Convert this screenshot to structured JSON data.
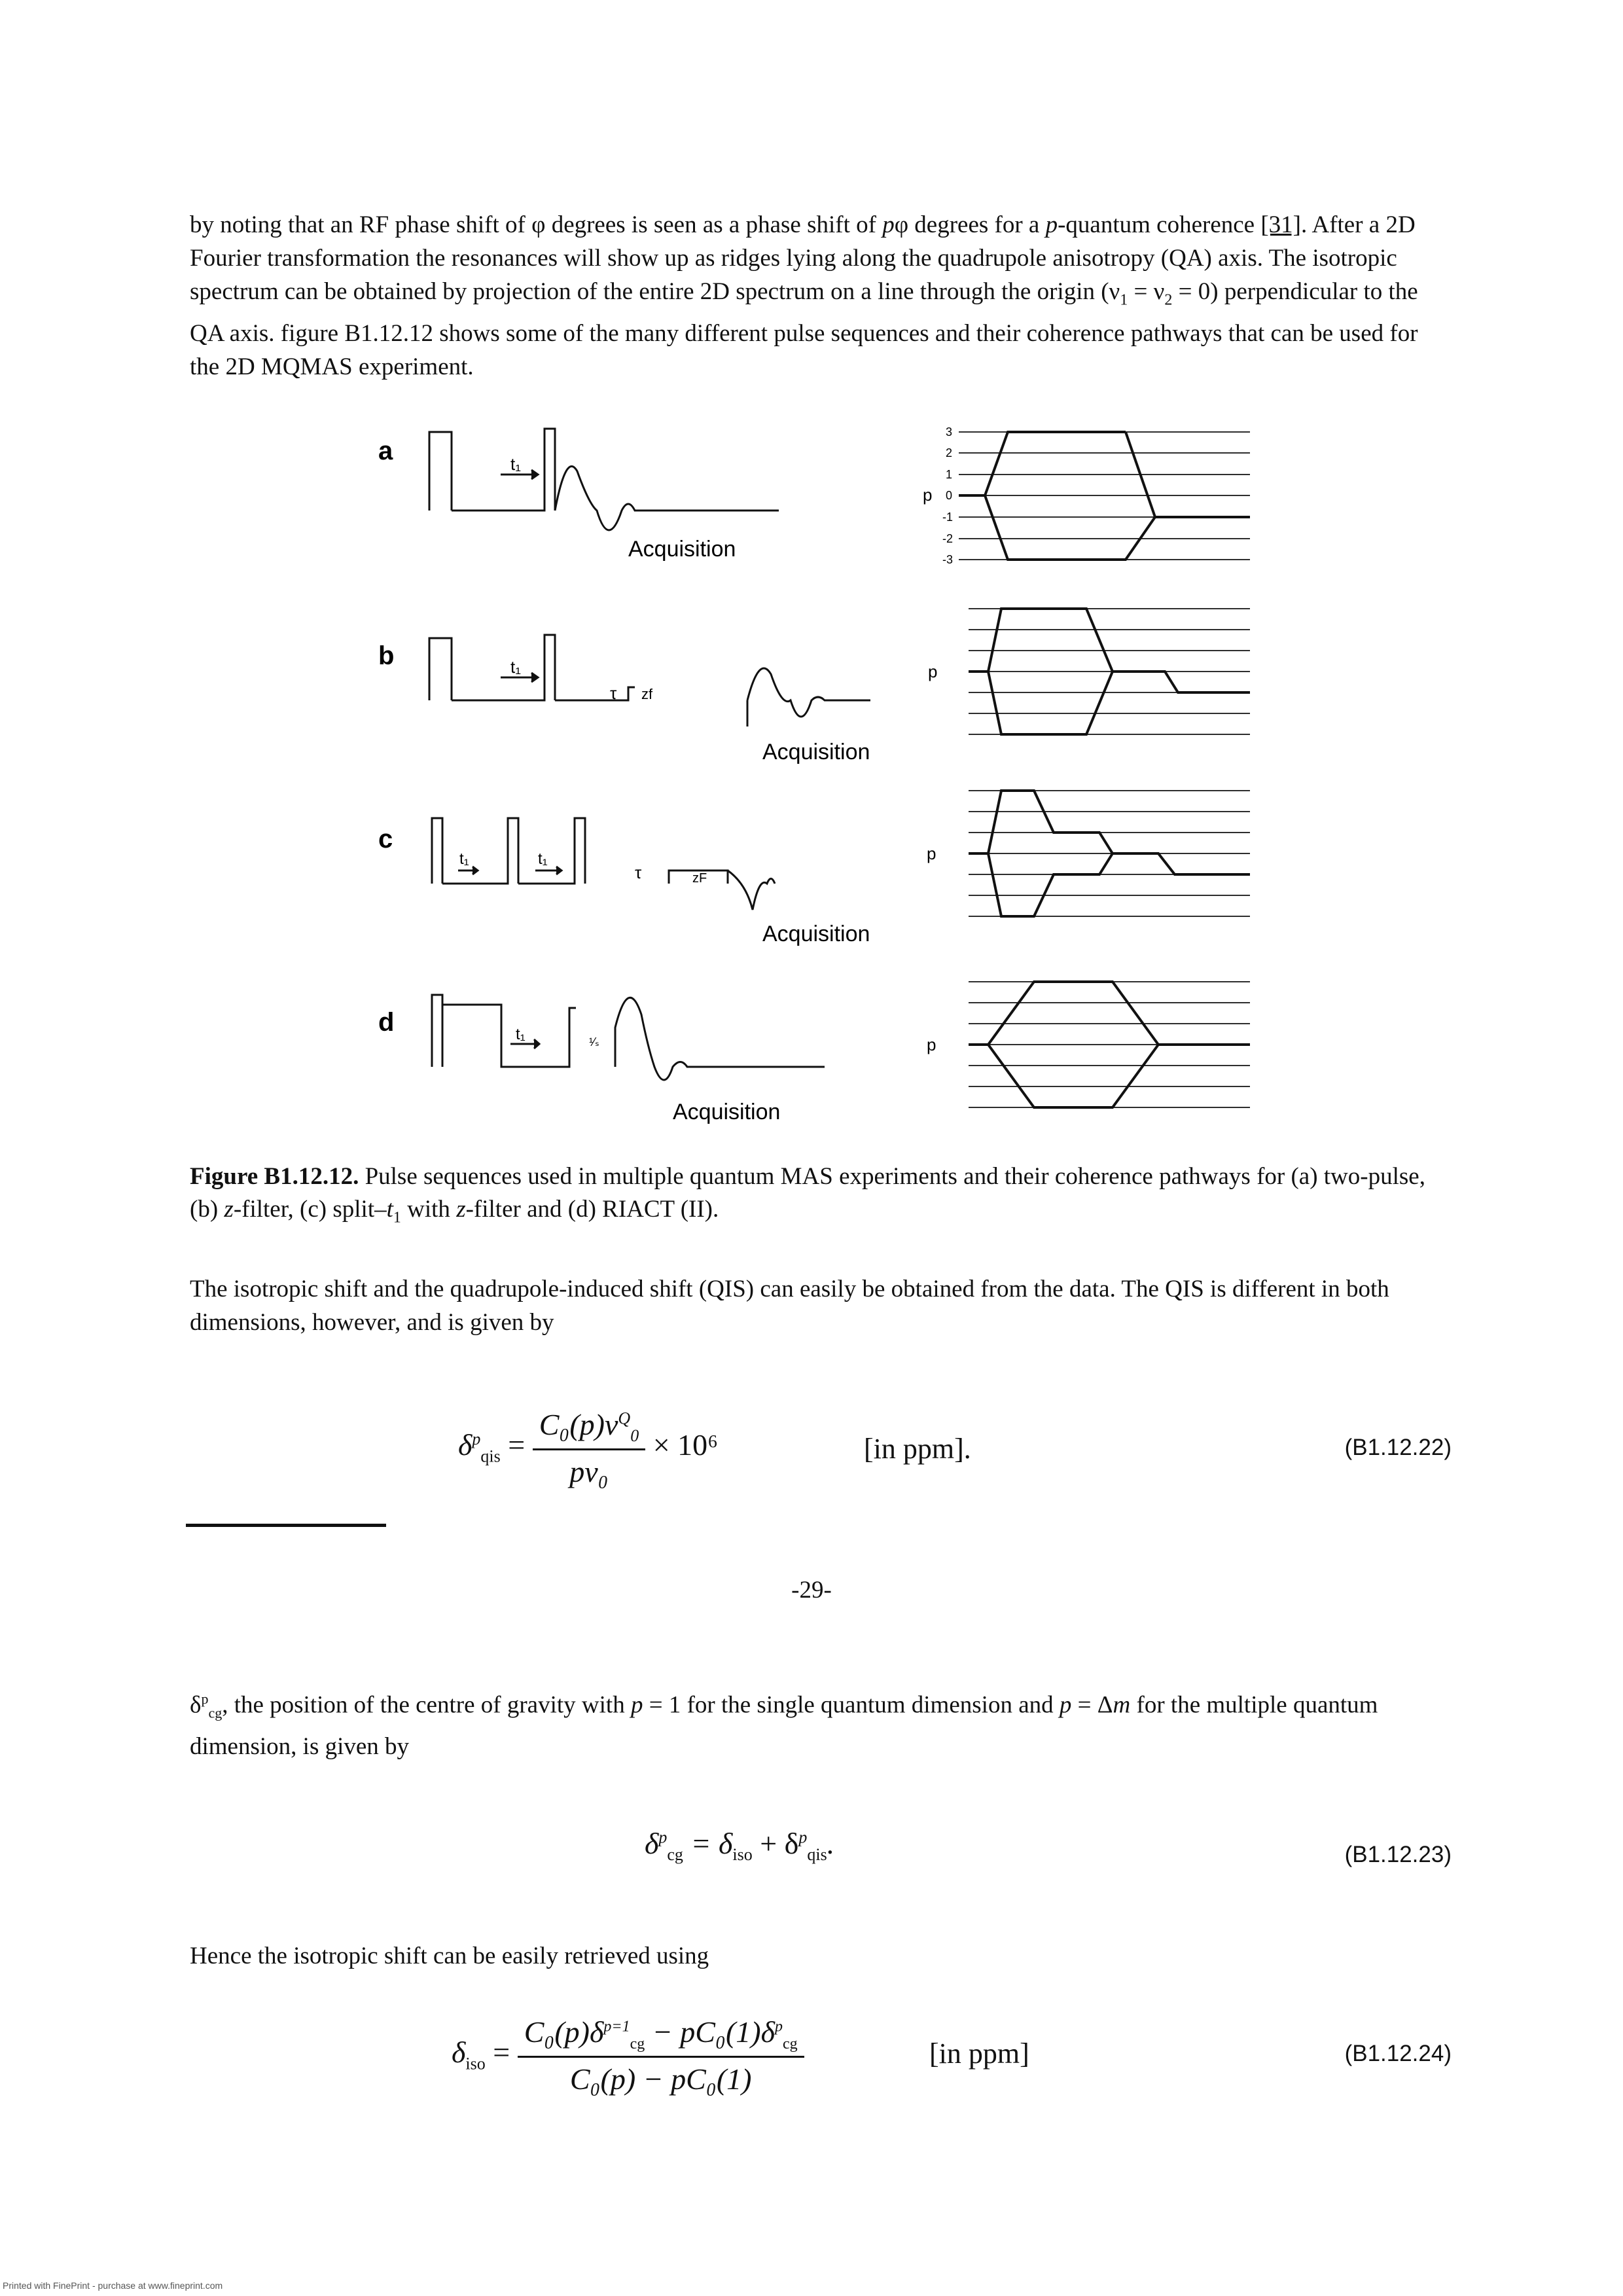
{
  "intro": {
    "l1_a": "by noting that an RF phase shift of ",
    "phi": "φ",
    "l1_b": " degrees is seen as a phase shift of ",
    "p": "p",
    "l1_c": " degrees for a ",
    "l1_d": "-quantum coherence",
    "ref": "[31]",
    "l2": ". After a 2D Fourier transformation the resonances will show up as ridges lying along the quadrupole anisotropy (QA) axis. The isotropic spectrum can be obtained by projection of the entire 2D spectrum on a line through the origin (ν",
    "sub1": "1",
    "mid": " = ν",
    "sub2": "2",
    "l3": " = 0) perpendicular to the QA axis. figure B1.12.12 shows some of the many different pulse sequences and their coherence pathways that can be used for the 2D MQMAS experiment."
  },
  "figure": {
    "panels": [
      {
        "label": "a",
        "acq": "Acquisition",
        "t1": "t₁"
      },
      {
        "label": "b",
        "acq": "Acquisition",
        "t1": "t₁",
        "tau": "τ",
        "zf": "zf"
      },
      {
        "label": "c",
        "acq": "Acquisition",
        "t1": "t₁",
        "t1b": "t₁",
        "tau": "τ",
        "zf": "zF"
      },
      {
        "label": "d",
        "acq": "Acquisition",
        "t1": "t₁",
        "extra": "¹⁄ₛ"
      }
    ],
    "p_label": "p",
    "levels": [
      "3",
      "2",
      "1",
      "0",
      "-1",
      "-2",
      "-3"
    ]
  },
  "caption": {
    "bold": "Figure B1.12.12.",
    "t1": " Pulse sequences used in multiple quantum MAS experiments and their coherence pathways for (a) two-pulse, (b) ",
    "z": "z",
    "t2": "-filter, (c) split–",
    "t": "t",
    "sub": "1",
    "t3": " with ",
    "z2": "z",
    "t4": "-filter and (d) RIACT (II)."
  },
  "para2": "The isotropic shift and the quadrupole-induced shift (QIS) can easily be obtained from the data. The QIS is different in both dimensions, however, and is given by",
  "eq22": {
    "lhs": "δ",
    "sup": "p",
    "sub": "qis",
    "num": "C₀(p)ν",
    "num_sup": "Q",
    "num_sub": "0",
    "den": "pν₀",
    "times": "× 10⁶",
    "unit": "[in ppm].",
    "number": "(B1.12.22)"
  },
  "page_number": "-29-",
  "para3": {
    "a": "δ",
    "sup": "p",
    "sub": "cg",
    "b": ", the position of the centre of gravity with ",
    "p1": "p",
    "c": " = 1 for the single quantum dimension and ",
    "p2": "p",
    "d": " = Δ",
    "m": "m",
    "e": " for the multiple quantum dimension, is given by"
  },
  "eq23": {
    "text": "δ",
    "sup": "p",
    "sub": "cg",
    "rhs": " = δ",
    "rsub": "iso",
    "plus": " + δ",
    "rsup": "p",
    "rsub2": "qis",
    "end": ".",
    "number": "(B1.12.23)"
  },
  "para4": "Hence the isotropic shift can be easily retrieved using",
  "eq24": {
    "lhs": "δ",
    "lsub": "iso",
    "num": "C₀(p)δ",
    "num_sup": "p=1",
    "num_sub": "cg",
    "num_mid": " − pC₀(1)δ",
    "num_sup2": "p",
    "num_sub2": "cg",
    "den": "C₀(p) − pC₀(1)",
    "unit": "[in ppm]",
    "number": "(B1.12.24)"
  },
  "footer": "Printed with FinePrint - purchase at www.fineprint.com"
}
